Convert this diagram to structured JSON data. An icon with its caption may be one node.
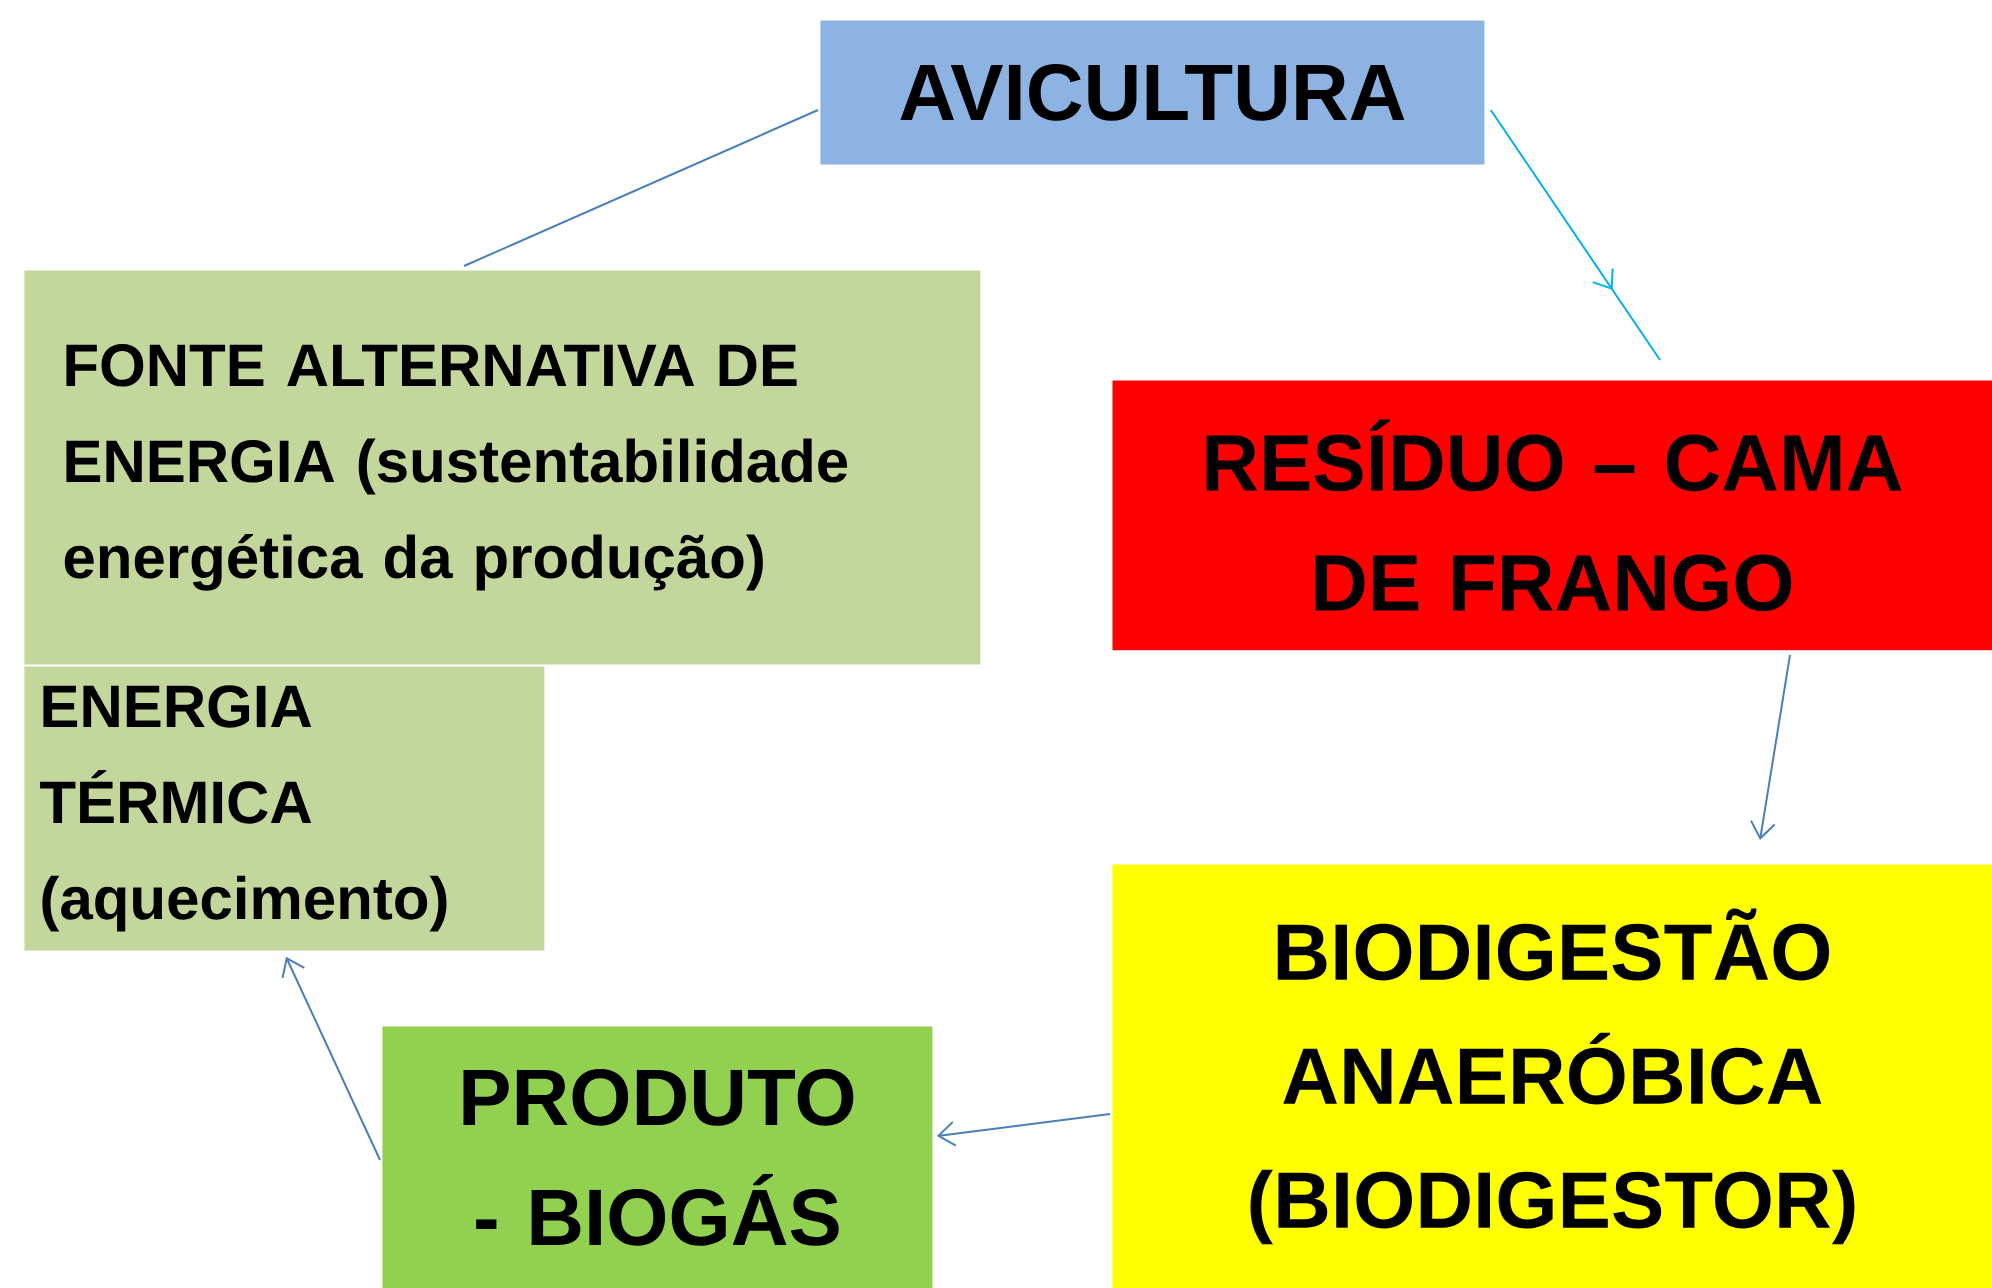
{
  "diagram": {
    "nodes": [
      {
        "text": [
          "AVICULTURA"
        ]
      },
      {
        "text": [
          "RESÍDUO – CAMA DE FRANGO"
        ]
      },
      {
        "text": [
          "BIODIGESTÃO ANAERÓBICA (BIODIGESTOR)"
        ]
      },
      {
        "text": [
          "PRODUTO - BIOGÁS"
        ]
      },
      {
        "text": [
          "ENERGIA TÉRMICA (aquecimento)"
        ]
      },
      {
        "text": [
          "FONTE ALTERNATIVA DE ENERGIA (sustentabilidade energética da produção)"
        ]
      }
    ],
    "edges": [
      {
        "from": 0,
        "to": 1,
        "arrow": "to",
        "color": "#00b0f0"
      },
      {
        "from": 1,
        "to": 2,
        "arrow": "to"
      },
      {
        "from": 2,
        "to": 3,
        "arrow": "to"
      },
      {
        "from": 3,
        "to": 4,
        "arrow": "to"
      },
      {
        "from": 5,
        "to": 0,
        "arrow": "none"
      }
    ]
  }
}
